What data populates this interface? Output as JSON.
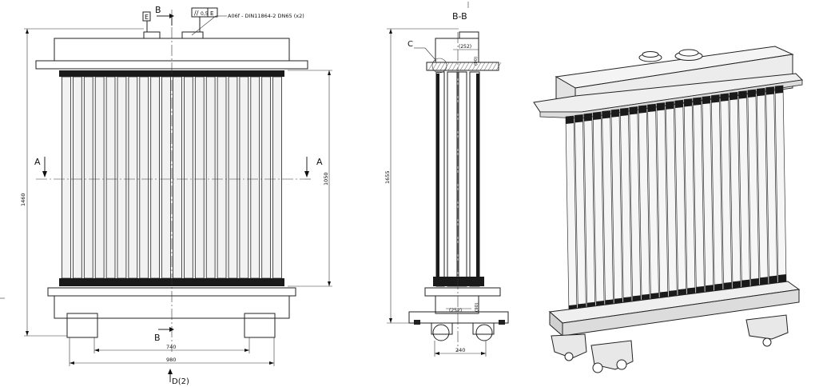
{
  "front_view": {
    "section_label_left": "A",
    "section_label_right": "A",
    "section_label_top": "B",
    "section_label_bottom": "B",
    "datum_box": "E",
    "tolerance_symbol": "//",
    "tolerance_value": "0,5",
    "tolerance_datum": "E",
    "nozzle_callout": "A06f - DIN11864-2 DN65 (x2)",
    "dim_height_overall": "1460",
    "dim_height_tubes": "1050",
    "dim_width_feet": "740",
    "dim_width_overall": "980",
    "view_arrow_label": "D(2)"
  },
  "side_view": {
    "title": "B-B",
    "detail_label": "C",
    "dim_height": "1655",
    "dim_top_width": "(252)",
    "dim_top_height": "(90)",
    "dim_bottom_width": "(252)",
    "dim_bottom_height": "(90)",
    "dim_base_width": "240"
  },
  "colors": {
    "line": "#222222",
    "tube_fill": "#f2f2f2",
    "gasket": "#1a1a1a",
    "render_face": "#eeeeee"
  }
}
